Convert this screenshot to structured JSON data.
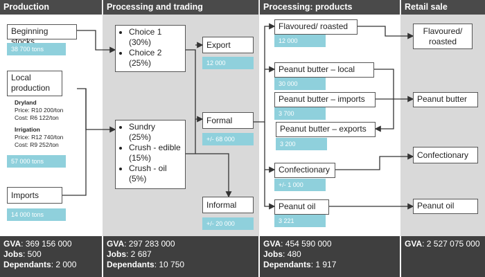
{
  "headers": {
    "production": "Production",
    "processing_trading": "Processing and trading",
    "processing_products": "Processing: products",
    "retail_sale": "Retail sale"
  },
  "production": {
    "beginning_stocks": {
      "label": "Beginning stocks",
      "tag": "38 700 tons"
    },
    "local_production": {
      "label": "Local production",
      "tag": "57 000 tons"
    },
    "dryland": {
      "title": "Dryland",
      "price": "Price: R10 200/ton",
      "cost": "Cost: R6 122/ton"
    },
    "irrigation": {
      "title": "Irrigation",
      "price": "Price: R12 740/ton",
      "cost": "Cost: R9 252/ton"
    },
    "imports": {
      "label": "Imports",
      "tag": "14 000 tons"
    }
  },
  "trading": {
    "choice_box": [
      "Choice 1",
      "(30%)",
      "Choice 2",
      "(25%)"
    ],
    "sundry_box": [
      "Sundry",
      "(25%)",
      "Crush - edible",
      "(15%)",
      "Crush - oil",
      "(5%)"
    ],
    "export": {
      "label": "Export",
      "tag": "12 000"
    },
    "formal": {
      "label": "Formal",
      "tag": "+/- 68 000"
    },
    "informal": {
      "label": "Informal",
      "tag": "+/- 20 000"
    }
  },
  "products": {
    "flavoured": {
      "label": "Flavoured/ roasted",
      "tag": "12 000"
    },
    "pb_local": {
      "label": "Peanut butter – local",
      "tag": "30 000"
    },
    "pb_imports": {
      "label": "Peanut butter – imports",
      "tag": "3 700"
    },
    "pb_exports": {
      "label": "Peanut butter – exports",
      "tag": "3 200"
    },
    "confectionary": {
      "label": "Confectionary",
      "tag": "+/- 1 000"
    },
    "peanut_oil": {
      "label": "Peanut oil",
      "tag": "3 221"
    }
  },
  "retail": {
    "flavoured": "Flavoured/ roasted",
    "peanut_butter": "Peanut butter",
    "confectionary": "Confectionary",
    "peanut_oil": "Peanut oil"
  },
  "footer": {
    "production": {
      "gva_label": "GVA",
      "gva": ": 369 156 000",
      "jobs_label": "Jobs",
      "jobs": ": 500",
      "dep_label": "Dependants",
      "dep": ": 2 000"
    },
    "trading": {
      "gva_label": "GVA",
      "gva": ": 297 283 000",
      "jobs_label": "Jobs",
      "jobs": ": 2 687",
      "dep_label": "Dependants",
      "dep": ": 10  750"
    },
    "products": {
      "gva_label": "GVA",
      "gva": ": 454 590 000",
      "jobs_label": "Jobs",
      "jobs": ": 480",
      "dep_label": "Dependants",
      "dep": ": 1 917"
    },
    "retail": {
      "gva_label": "GVA",
      "gva": ": 2 527 075 000"
    }
  },
  "colors": {
    "header_bg": "#4a4a4a",
    "column_bg": "#d9d9d9",
    "tag_bg": "#8fd0dc",
    "footer_bg": "#3f3f3f"
  }
}
